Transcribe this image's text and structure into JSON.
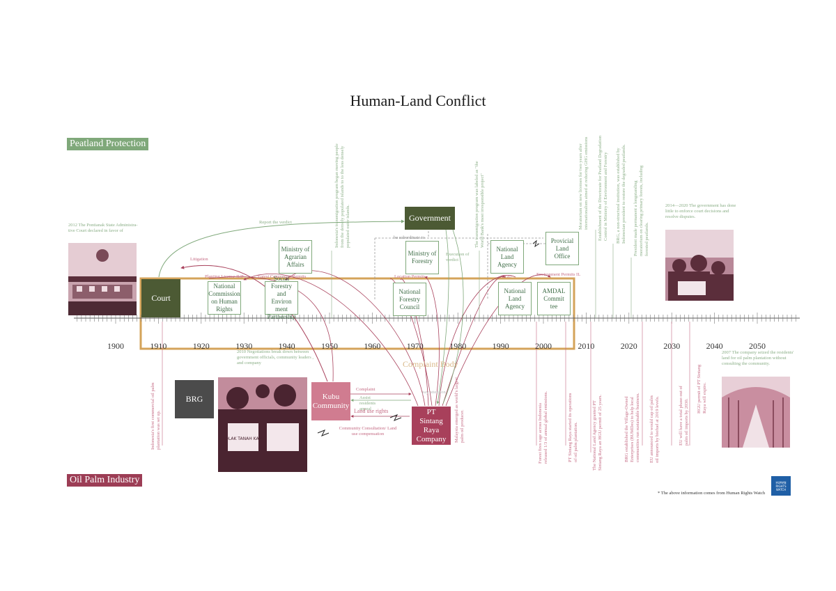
{
  "title": "Human-Land Conflict",
  "bands": {
    "top": "Peatland Protection",
    "bottom": "Oil Palm Industry"
  },
  "timeline": {
    "years": [
      "1900",
      "1910",
      "1920",
      "1930",
      "1940",
      "1950",
      "1960",
      "1970",
      "1980",
      "1990",
      "2000",
      "2010",
      "2020",
      "2030",
      "2040",
      "2050"
    ]
  },
  "actors": {
    "court": "Court",
    "government": "Government",
    "brg": "BRG",
    "kubu": "Kubu Community",
    "company": "PT Sintang Raya Company",
    "complaint_body": "Complaint Body"
  },
  "institutions": {
    "nchr": "National Commission on Human Rights",
    "social_forestry": "Social Forestry and Environ ment Partnership",
    "agrarian": "Ministry of Agrarian Affairs",
    "forestry_council": "National Forestry Council",
    "ministry_forestry": "Ministry of Forestry",
    "land_agency_top": "National Land Agency",
    "land_agency": "National Land Agency",
    "provincial_office": "Provicial Land Office",
    "amdal": "AMDAL Commit tee"
  },
  "relations": {
    "report_verdict": "Report the verdict",
    "litigation": "Litigation",
    "planting": "Planting License IUP",
    "forest_conversion": "Forest Conversion Permits",
    "location_permits": "Location Permits",
    "hgu": "HGU",
    "environment_permits": "Environment Permits IL",
    "subordinate": "be subordinate to",
    "execution": "Execution of verdict",
    "complaint": "Complaint",
    "assist": "Assist residents appeal",
    "land_use_rights": "Land use rights",
    "consultation": "Community Consultation/ Land use compensation",
    "pay_attention": "pay attention"
  },
  "notes": {
    "court_2012": "2012 The Pontianak State Administra- tive Court declared in favor of",
    "y2014": "2014—2020 The government has done little to enforce court decisions and resolve disputes.",
    "y2010": "2010 Negotiations break down between government officials, community leaders , and company",
    "y2007": "2007 The company seized the residents' land for oil palm plantation without consulting the community.",
    "footnote": "* The above information comes from Human Rights Watch"
  },
  "vertical_notes_top": [
    "Indonesia's transmigration program began moving people",
    "from the densely populated islands to to the less densely",
    "populated outer islands.",
    "The transmigration program was labeled as \"the",
    "World Bank's most irresponsible project\"",
    "Moratorium on new licenses for two years after",
    "internationalism aimed at reducing GHG emissions",
    "Establishment of the Directorate for Peatland Degradation",
    "Control in Ministry of Environment and Forestry",
    "BRG, a non-structural institution, was established by",
    "Indonesian president to restore the degraded peatlands.",
    "President made permanent a longstanding",
    "moratorium on clearing primary forests, including",
    "forested peatlands."
  ],
  "vertical_notes_bottom": [
    "Indonesia's first commercial oil palm",
    "plantation was set up.",
    "Malaysia emerged as world's largest",
    "palm oil producer.",
    "Forest fires rage across Indonesia",
    "released 1/3 of annual global emissions.",
    "PT Sintang Raya started its operations",
    "of oil palm plantation.",
    "The National Land Agency granted PT",
    "Sintang Raya an HGU permit of 25 years.",
    "BRG established the Village-Owned",
    "Enterprises (BUMDes) to help local",
    "communities run sustainable business.",
    "EU announced to would cap oil palm",
    "oil imports by biofuel at 2019 levels.",
    "EU will have a total phase-out of",
    "palm oil imports by 2030.",
    "HGU permit of PT Sintang",
    "Raya will expire."
  ],
  "photo_text": {
    "protest": "TOLAK TANAH KAMI"
  },
  "logo_text": "HUMAN RIGHTS WATCH",
  "colors": {
    "green": "#7fa87a",
    "dark_green": "#4c5a34",
    "crimson": "#a8405b",
    "pink": "#d07c90",
    "gold": "#d4a35a"
  }
}
